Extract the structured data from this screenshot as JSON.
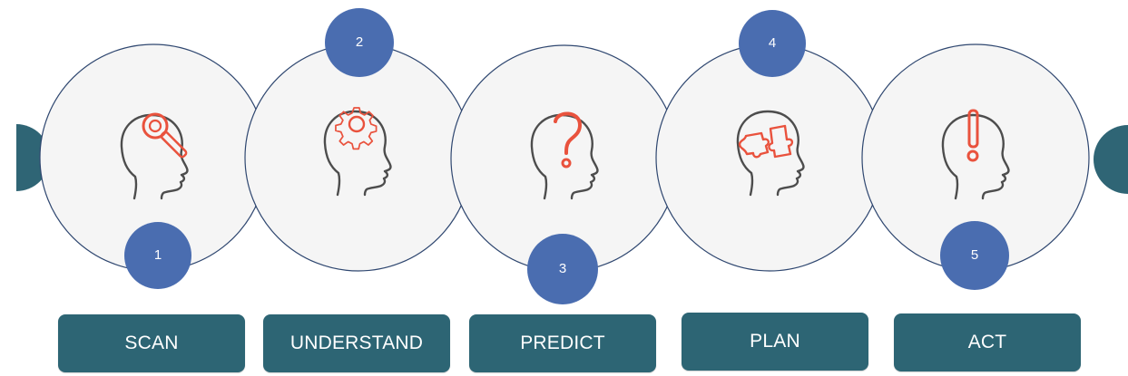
{
  "colors": {
    "circle_fill": "#f5f5f5",
    "circle_stroke": "#2f4770",
    "badge": "#4a6db0",
    "connector": "#2f6575",
    "button": "#2d6574",
    "icon_outline": "#4d4d4d",
    "icon_accent": "#e9523d"
  },
  "steps": [
    {
      "number": "1",
      "label": "SCAN",
      "icon": "head-key-icon"
    },
    {
      "number": "2",
      "label": "UNDERSTAND",
      "icon": "head-gear-icon"
    },
    {
      "number": "3",
      "label": "PREDICT",
      "icon": "head-question-icon"
    },
    {
      "number": "4",
      "label": "PLAN",
      "icon": "head-puzzle-icon"
    },
    {
      "number": "5",
      "label": "ACT",
      "icon": "head-exclamation-icon"
    }
  ]
}
